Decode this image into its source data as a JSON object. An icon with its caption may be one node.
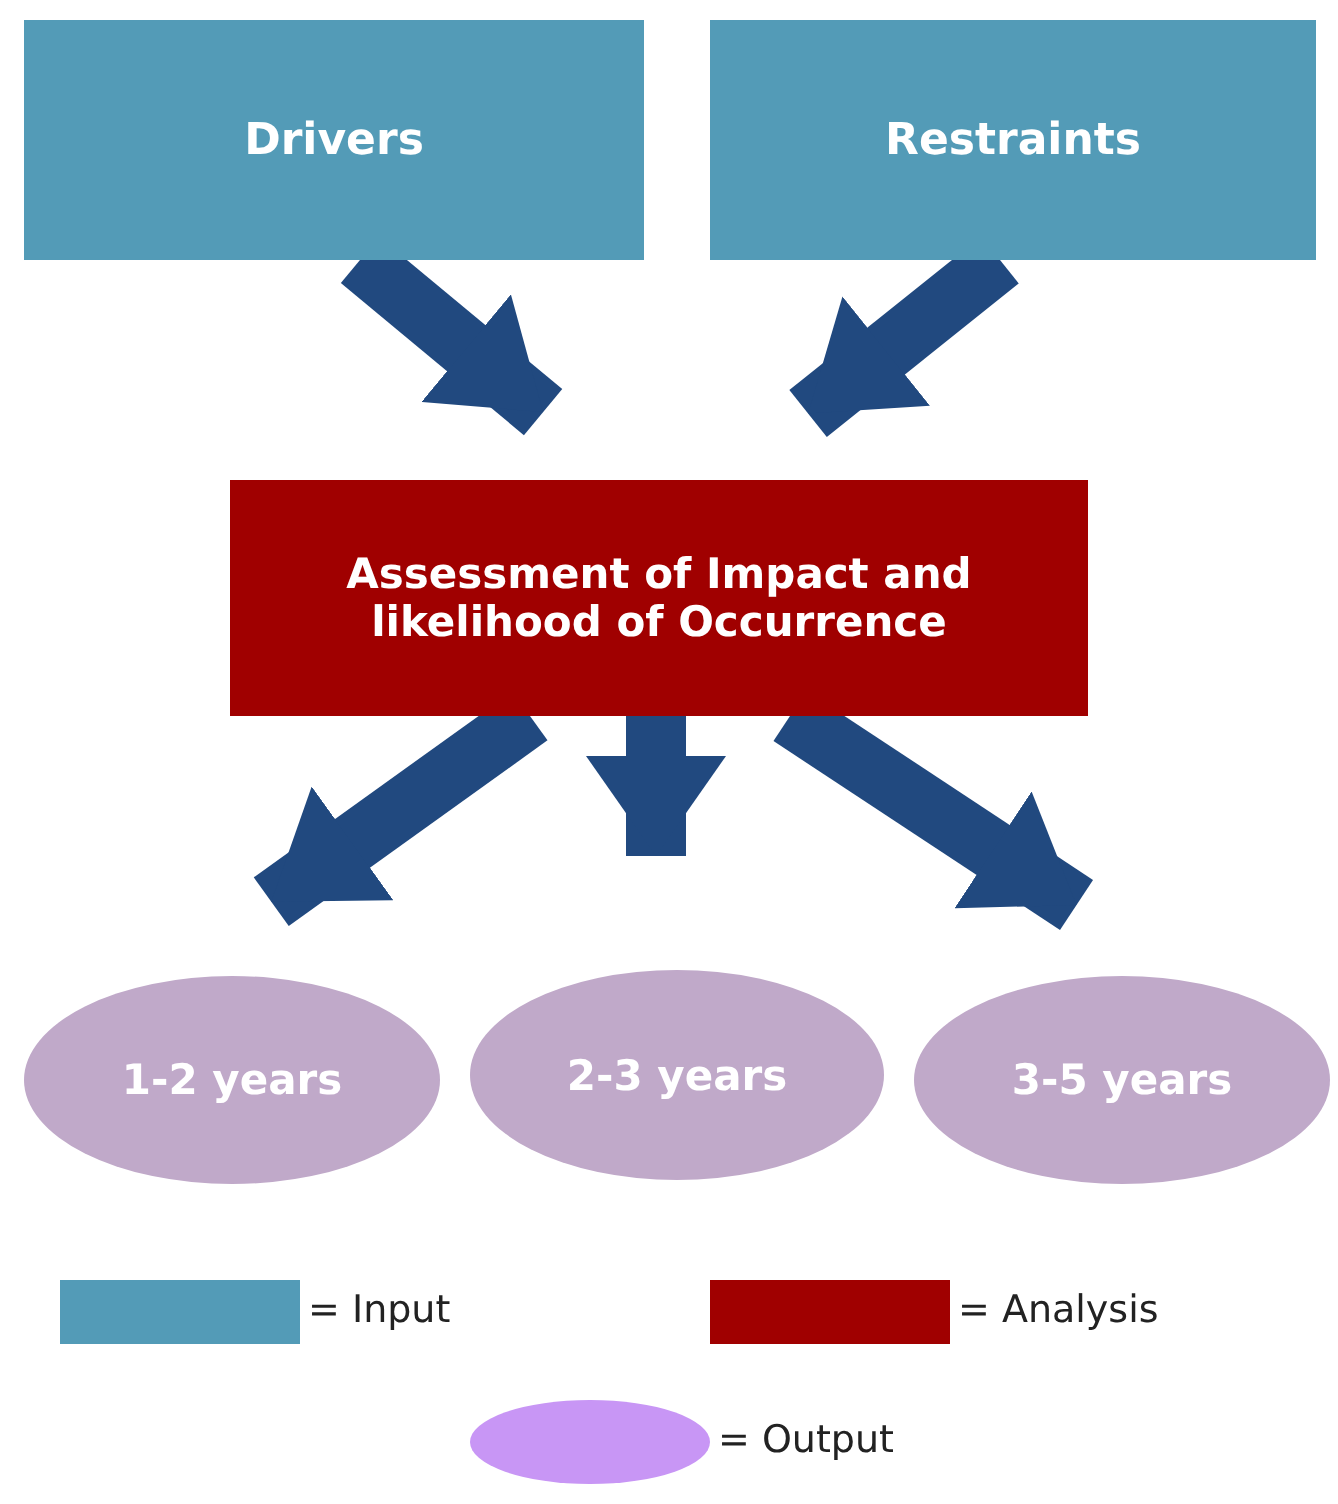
{
  "diagram": {
    "nodes": [
      {
        "text": [
          "Drivers"
        ]
      },
      {
        "text": [
          "Restraints"
        ]
      },
      {
        "text": [
          "Assessment of Impact and likelihood of Occurrence"
        ]
      },
      {
        "text": [
          "1-2 years"
        ]
      },
      {
        "text": [
          "2-3 years"
        ]
      },
      {
        "text": [
          "3-5 years"
        ]
      }
    ],
    "edges": [
      {
        "from": 0,
        "to": 2,
        "arrow": "to"
      },
      {
        "from": 1,
        "to": 2,
        "arrow": "to"
      },
      {
        "from": 2,
        "to": 3,
        "arrow": "to"
      },
      {
        "from": 2,
        "to": 4,
        "arrow": "to"
      },
      {
        "from": 2,
        "to": 5,
        "arrow": "to"
      }
    ],
    "legend": [
      {
        "text": "= Input",
        "color": "#539bb7"
      },
      {
        "text": "= Analysis",
        "color": "#a00000"
      },
      {
        "text": "= Output",
        "color": "#c896f5"
      }
    ]
  }
}
